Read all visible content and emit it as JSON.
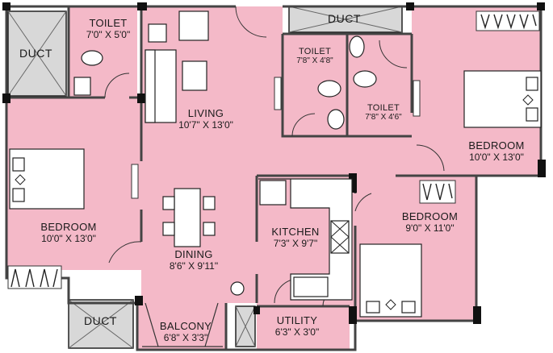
{
  "colors": {
    "room_fill": "#f4b9c8",
    "duct_fill": "#d8d8d8",
    "wall": "#444444",
    "column": "#111111",
    "outline": "#222222"
  },
  "rooms": {
    "living": {
      "name": "LIVING",
      "dims": "10'7\" X 13'0\""
    },
    "toilet_1": {
      "name": "TOILET",
      "dims": "7'0\" X 5'0\""
    },
    "toilet_2": {
      "name": "TOILET",
      "dims": "7'8\" X 4'8\""
    },
    "toilet_3": {
      "name": "TOILET",
      "dims": "7'8\" X 4'6\""
    },
    "bedroom_left": {
      "name": "BEDROOM",
      "dims": "10'0\" X 13'0\""
    },
    "bedroom_right": {
      "name": "BEDROOM",
      "dims": "10'0\" X 13'0\""
    },
    "bedroom_mid": {
      "name": "BEDROOM",
      "dims": "9'0\" X 11'0\""
    },
    "kitchen": {
      "name": "KITCHEN",
      "dims": "7'3\" X 9'7\""
    },
    "dining": {
      "name": "DINING",
      "dims": "8'6\" X 9'11\""
    },
    "balcony": {
      "name": "BALCONY",
      "dims": "6'8\" X 3'3\""
    },
    "utility": {
      "name": "UTILITY",
      "dims": "6'3\" X 3'0\""
    }
  },
  "ducts": {
    "top_left": "DUCT",
    "top_middle": "DUCT",
    "bottom_left": "DUCT"
  }
}
